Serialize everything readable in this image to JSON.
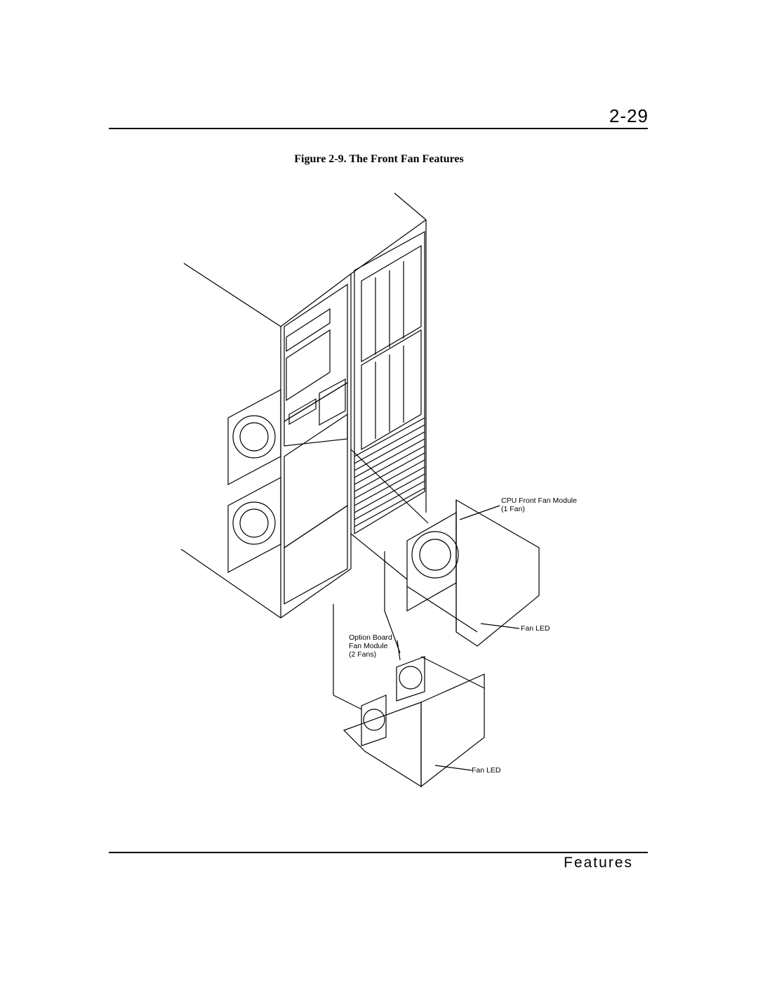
{
  "header": {
    "page_number": "2-29"
  },
  "figure": {
    "caption": "Figure 2-9.  The Front Fan Features",
    "callouts": {
      "cpu_fan_module_line1": "CPU Front Fan Module",
      "cpu_fan_module_line2": "(1 Fan)",
      "fan_led_upper": "Fan LED",
      "option_board_line1": "Option Board",
      "option_board_line2": "Fan Module",
      "option_board_line3": "(2 Fans)",
      "fan_led_lower": "Fan LED"
    }
  },
  "footer": {
    "section_title": "Features"
  }
}
